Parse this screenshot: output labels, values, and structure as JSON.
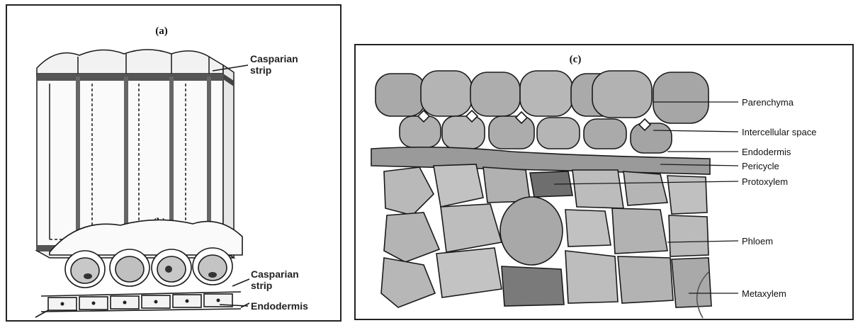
{
  "panel_a": {
    "tag": "(a)",
    "label_casparian": [
      "Casparian",
      "strip"
    ]
  },
  "panel_b": {
    "tag": "(b)",
    "label_casparian": [
      "Casparian",
      "strip"
    ],
    "label_endodermis": "Endodermis"
  },
  "panel_c": {
    "tag": "(c)",
    "labels": [
      "Parenchyma",
      "Intercellular space",
      "Endodermis",
      "Pericycle",
      "Protoxylem",
      "Phloem",
      "Metaxylem"
    ]
  },
  "colors": {
    "cell_fill": "#b9b9b9",
    "cell_dark": "#6e6e6e",
    "line": "#1a1a1a",
    "background": "#ffffff"
  }
}
